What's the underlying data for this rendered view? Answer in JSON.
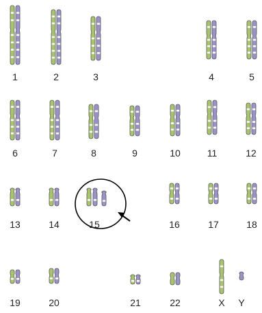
{
  "colors": {
    "green_chromatid": "#a9c46f",
    "purple_chromatid": "#9a93c8",
    "band": "#ffffff",
    "outline": "#555555",
    "annotation": "#000000"
  },
  "chromosomes": [
    {
      "label": "1"
    },
    {
      "label": "2"
    },
    {
      "label": "3"
    },
    {
      "label": "4"
    },
    {
      "label": "5"
    },
    {
      "label": "6"
    },
    {
      "label": "7"
    },
    {
      "label": "8"
    },
    {
      "label": "9"
    },
    {
      "label": "10"
    },
    {
      "label": "11"
    },
    {
      "label": "12"
    },
    {
      "label": "13"
    },
    {
      "label": "14"
    },
    {
      "label": "15"
    },
    {
      "label": "16"
    },
    {
      "label": "17"
    },
    {
      "label": "18"
    },
    {
      "label": "19"
    },
    {
      "label": "20"
    },
    {
      "label": "21"
    },
    {
      "label": "22"
    },
    {
      "label": "X"
    },
    {
      "label": "Y"
    }
  ],
  "annotation": {
    "highlighted_chromosome": "15",
    "highlight_shape": "ellipse",
    "pointer": "arrow-icon"
  }
}
